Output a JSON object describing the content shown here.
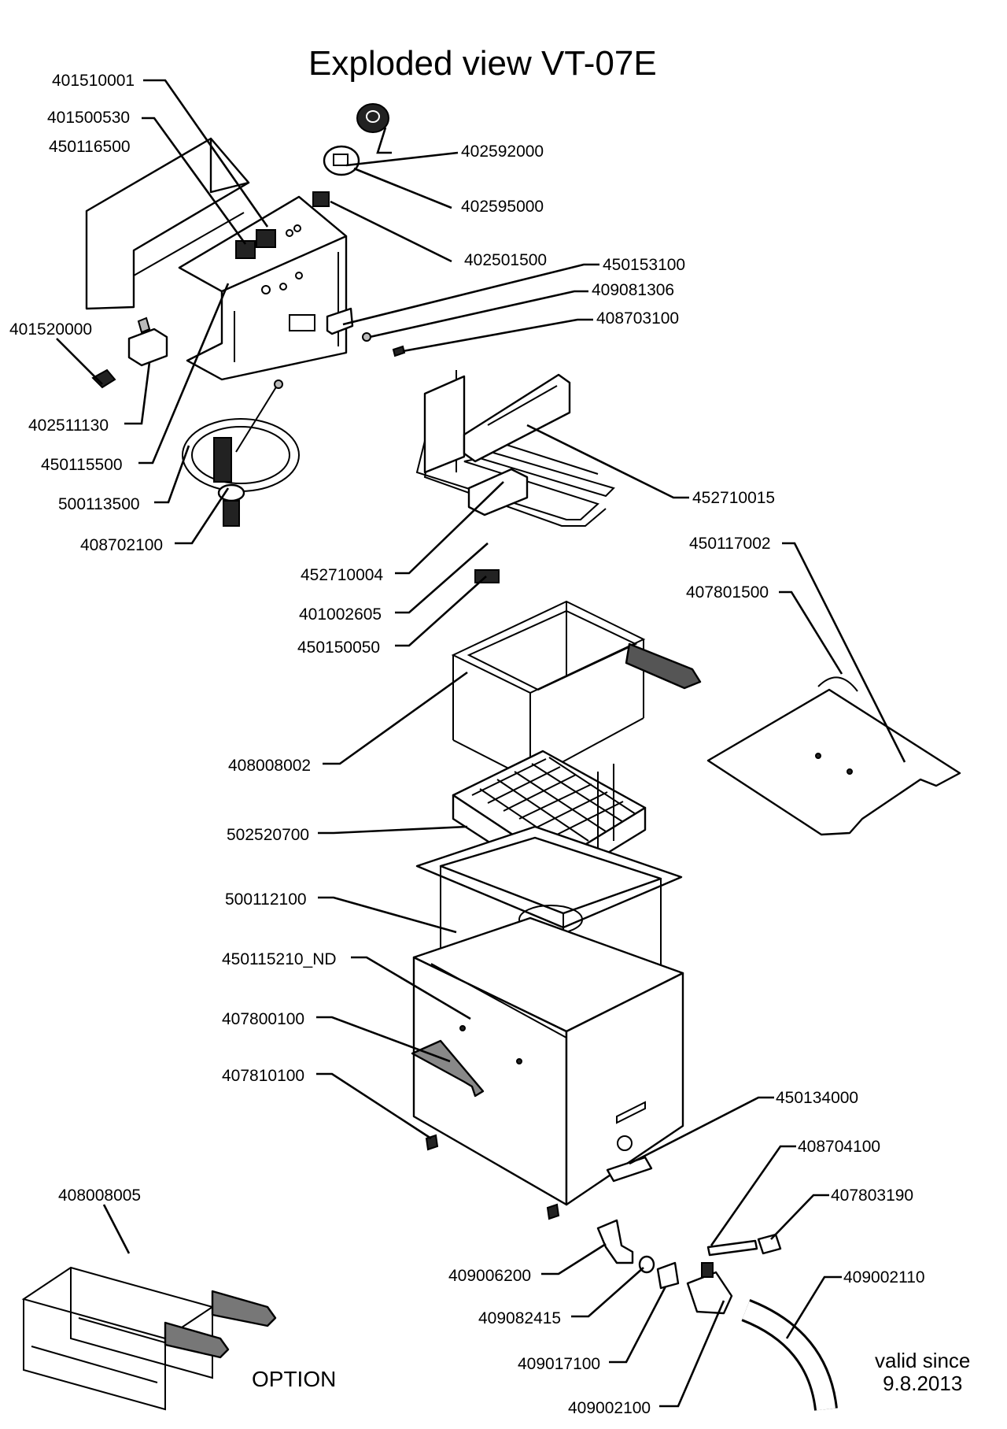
{
  "title": "Exploded view VT-07E",
  "note": {
    "line1": "valid since",
    "line2": "9.8.2013"
  },
  "option_label": "OPTION",
  "parts": [
    "401510001",
    "401500530",
    "450116500",
    "402592000",
    "402595000",
    "402501500",
    "450153100",
    "409081306",
    "408703100",
    "401520000",
    "402511130",
    "450115500",
    "500113500",
    "408702100",
    "452710015",
    "452710004",
    "401002605",
    "450150050",
    "450117002",
    "407801500",
    "408008002",
    "502520700",
    "500112100",
    "450115210_ND",
    "407800100",
    "407810100",
    "450134000",
    "408704100",
    "407803190",
    "409006200",
    "409082415",
    "409017100",
    "409002110",
    "409002100",
    "408008005"
  ]
}
